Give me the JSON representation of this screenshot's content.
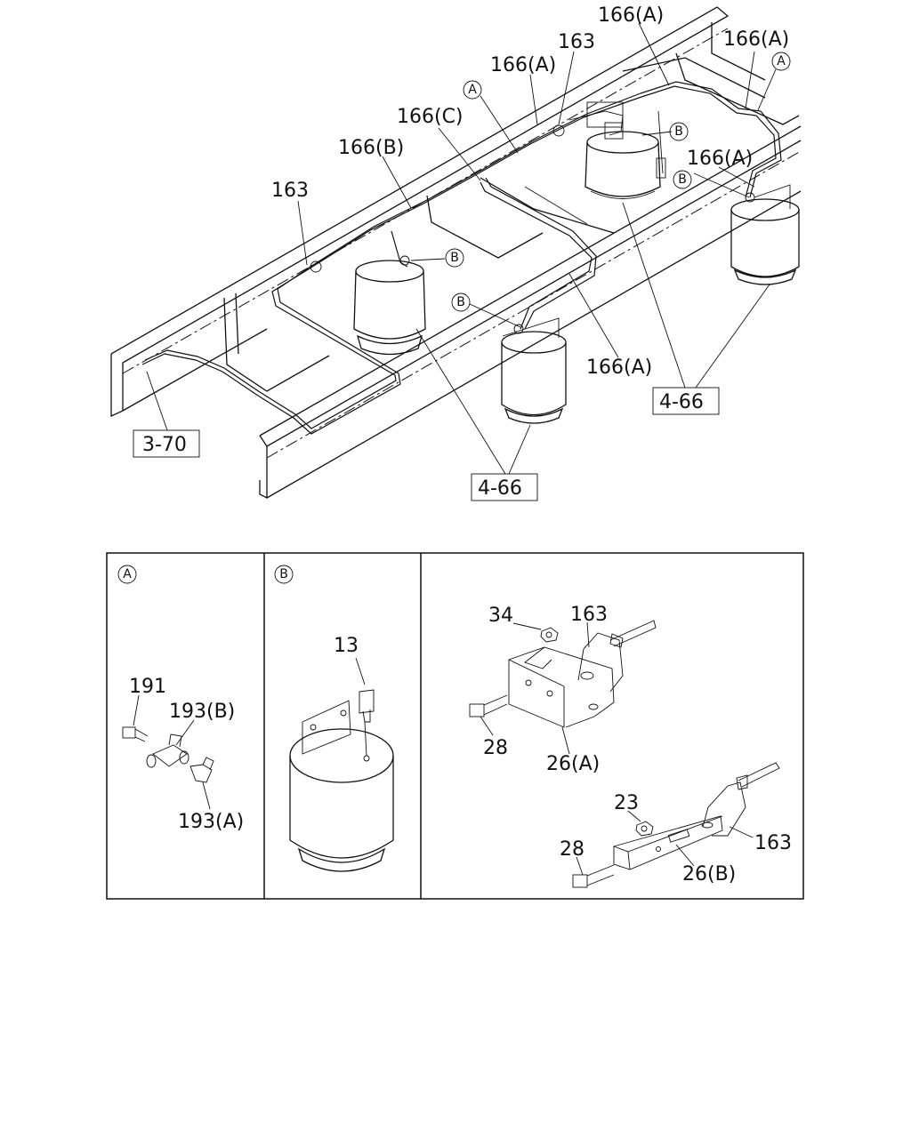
{
  "main": {
    "labels": {
      "l166a_top": "166(A)",
      "l163_top": "163",
      "l166a_topright": "166(A)",
      "l166a_midtop": "166(A)",
      "l166c": "166(C)",
      "l166b": "166(B)",
      "l163_left": "163",
      "l166a_right": "166(A)",
      "l166a_center": "166(A)"
    },
    "refs": {
      "ref_3_70": "3-70",
      "ref_4_66_right": "4-66",
      "ref_4_66_bottom": "4-66"
    },
    "callouts": {
      "a_upper_left": "A",
      "a_upper_right": "A",
      "b1": "B",
      "b2": "B",
      "b3": "B",
      "b4": "B"
    }
  },
  "detail_a": {
    "title": "A",
    "labels": {
      "p191": "191",
      "p193b": "193(B)",
      "p193a": "193(A)"
    }
  },
  "detail_b": {
    "title": "B",
    "labels": {
      "p13": "13"
    }
  },
  "detail_c": {
    "labels": {
      "p34": "34",
      "p163_a": "163",
      "p28_a": "28",
      "p26a": "26(A)",
      "p23": "23",
      "p28_b": "28",
      "p26b": "26(B)",
      "p163_b": "163"
    }
  }
}
